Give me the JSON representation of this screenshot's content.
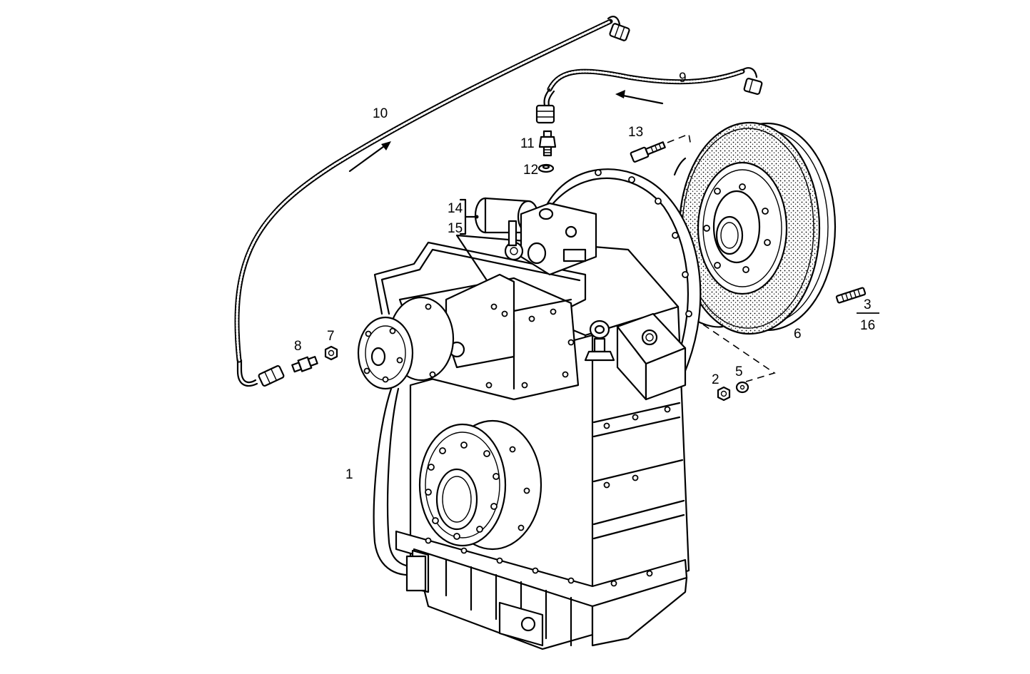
{
  "callouts": {
    "c1": "1",
    "c2": "2",
    "c3": "3",
    "c16": "16",
    "c5": "5",
    "c6": "6",
    "c7": "7",
    "c8": "8",
    "c9": "9",
    "c10": "10",
    "c11": "11",
    "c12": "12",
    "c13": "13",
    "c14": "14",
    "c15": "15"
  },
  "colors": {
    "line": "#000000",
    "background": "#ffffff"
  }
}
